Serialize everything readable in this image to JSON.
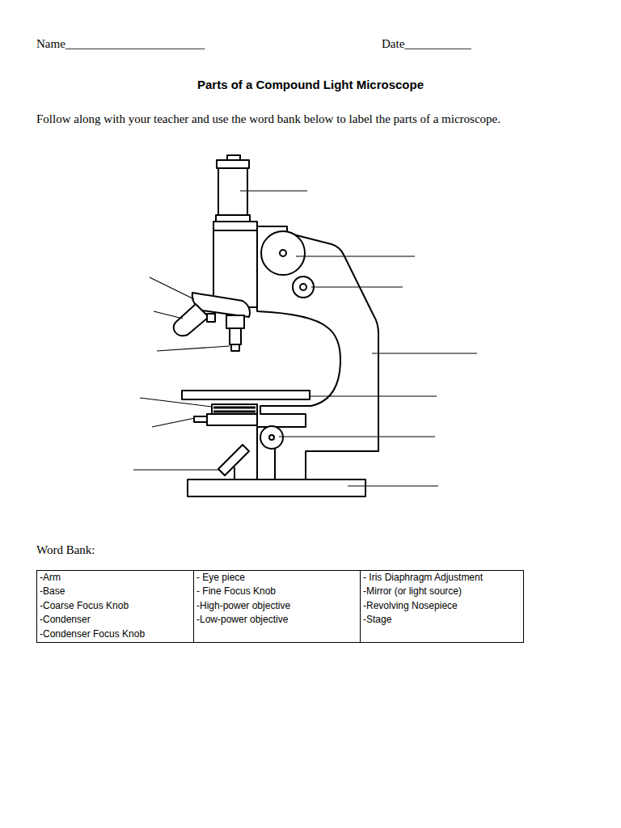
{
  "diagram": {
    "title": "Parts of a Compound Light Microscope",
    "labels": [
      "Name_______________________",
      "Date___________",
      "Follow along with your teacher and use the word bank below to label the parts of a microscope.",
      "Word Bank:",
      "-Arm",
      "-Base",
      "-Coarse Focus Knob",
      "-Condenser",
      "-Condenser Focus Knob",
      "- Eye piece",
      "- Fine Focus Knob",
      "-High-power objective",
      "-Low-power objective",
      "- Iris Diaphragm Adjustment",
      "-Mirror (or light source)",
      "-Revolving Nosepiece",
      "-Stage"
    ]
  }
}
